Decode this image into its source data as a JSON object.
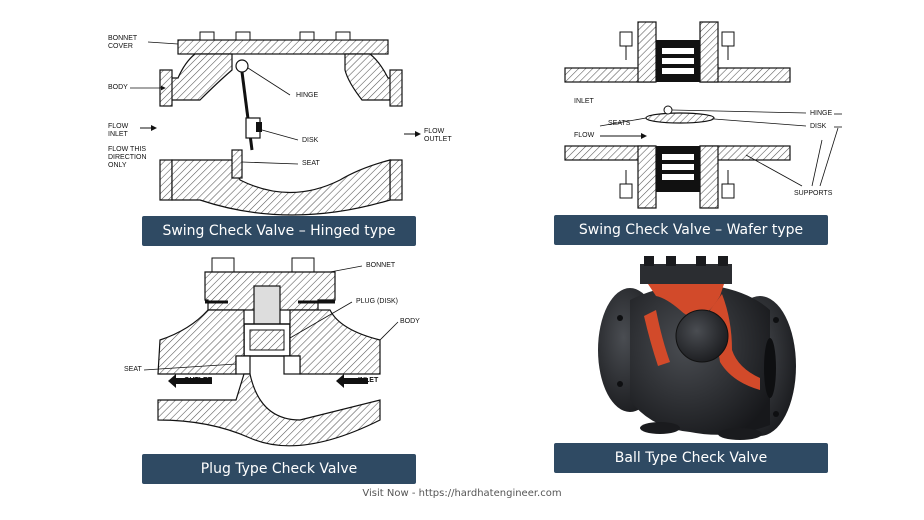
{
  "panels": {
    "swing_hinged": {
      "caption": "Swing Check Valve – Hinged type",
      "labels": {
        "bonnet_cover_1": "BONNET",
        "bonnet_cover_2": "COVER",
        "body": "BODY",
        "hinge": "HINGE",
        "flow_inlet_1": "FLOW",
        "flow_inlet_2": "INLET",
        "disk": "DISK",
        "seat": "SEAT",
        "flow_outlet_1": "FLOW",
        "flow_outlet_2": "OUTLET",
        "flow_dir_1": "FLOW THIS",
        "flow_dir_2": "DIRECTION",
        "flow_dir_3": "ONLY"
      }
    },
    "swing_wafer": {
      "caption": "Swing Check Valve – Wafer type",
      "labels": {
        "inlet": "INLET",
        "seats": "SEATS",
        "flow": "FLOW",
        "hinge": "HINGE",
        "disk": "DISK",
        "supports": "SUPPORTS"
      }
    },
    "plug": {
      "caption": "Plug Type Check Valve",
      "labels": {
        "bonnet": "BONNET",
        "plug_disk": "PLUG (DISK)",
        "body": "BODY",
        "seat": "SEAT",
        "outlet": "OUTLET",
        "inlet": "INLET"
      }
    },
    "ball": {
      "caption": "Ball Type Check Valve"
    }
  },
  "footer": "Visit Now - https://hardhatengineer.com",
  "colors": {
    "caption_bg": "#2f4a63",
    "caption_text": "#ffffff",
    "valve_body": "#2b2d31",
    "valve_cutaway": "#d24a2a"
  }
}
